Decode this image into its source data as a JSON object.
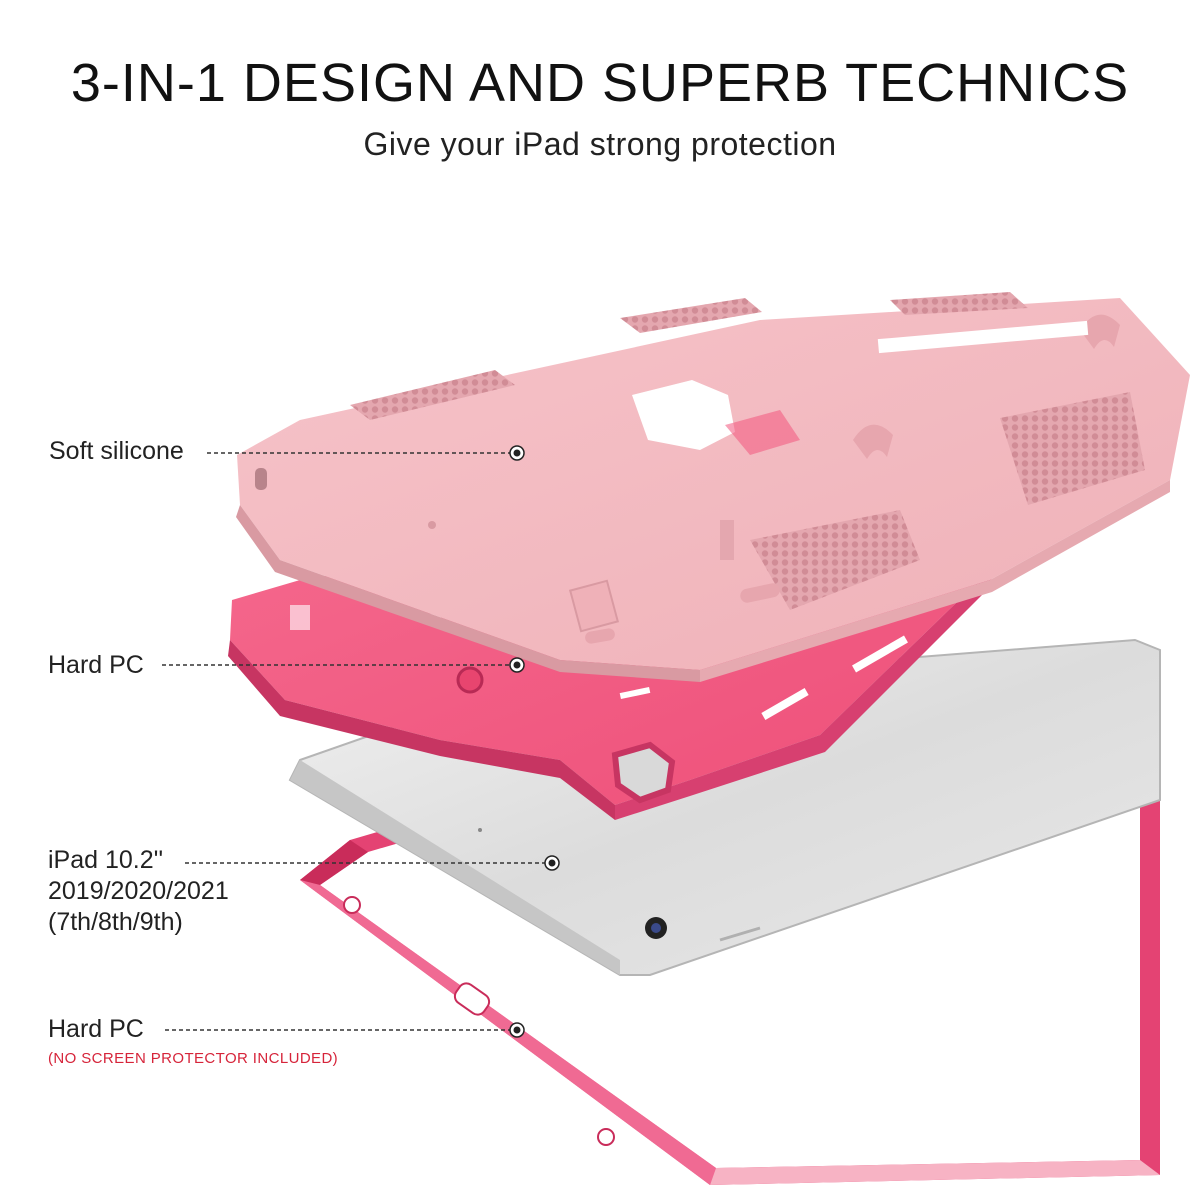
{
  "header": {
    "title": "3-IN-1 DESIGN AND SUPERB TECHNICS",
    "subtitle": "Give your iPad strong protection"
  },
  "callouts": [
    {
      "label": "Soft silicone"
    },
    {
      "label": "Hard PC"
    },
    {
      "label_lines": [
        "iPad 10.2''",
        "2019/2020/2021",
        "(7th/8th/9th)"
      ]
    },
    {
      "label": "Hard PC",
      "note": "(NO SCREEN PROTECTOR INCLUDED)"
    }
  ],
  "colors": {
    "silicone_pink": "#f2b8be",
    "silicone_shadow": "#d99aa2",
    "hard_pc_pink": "#f2557e",
    "hard_pc_shadow": "#d13a64",
    "ipad_silver": "#e3e3e3",
    "ipad_edge": "#b9b9b9",
    "note_red": "#d6243a"
  }
}
